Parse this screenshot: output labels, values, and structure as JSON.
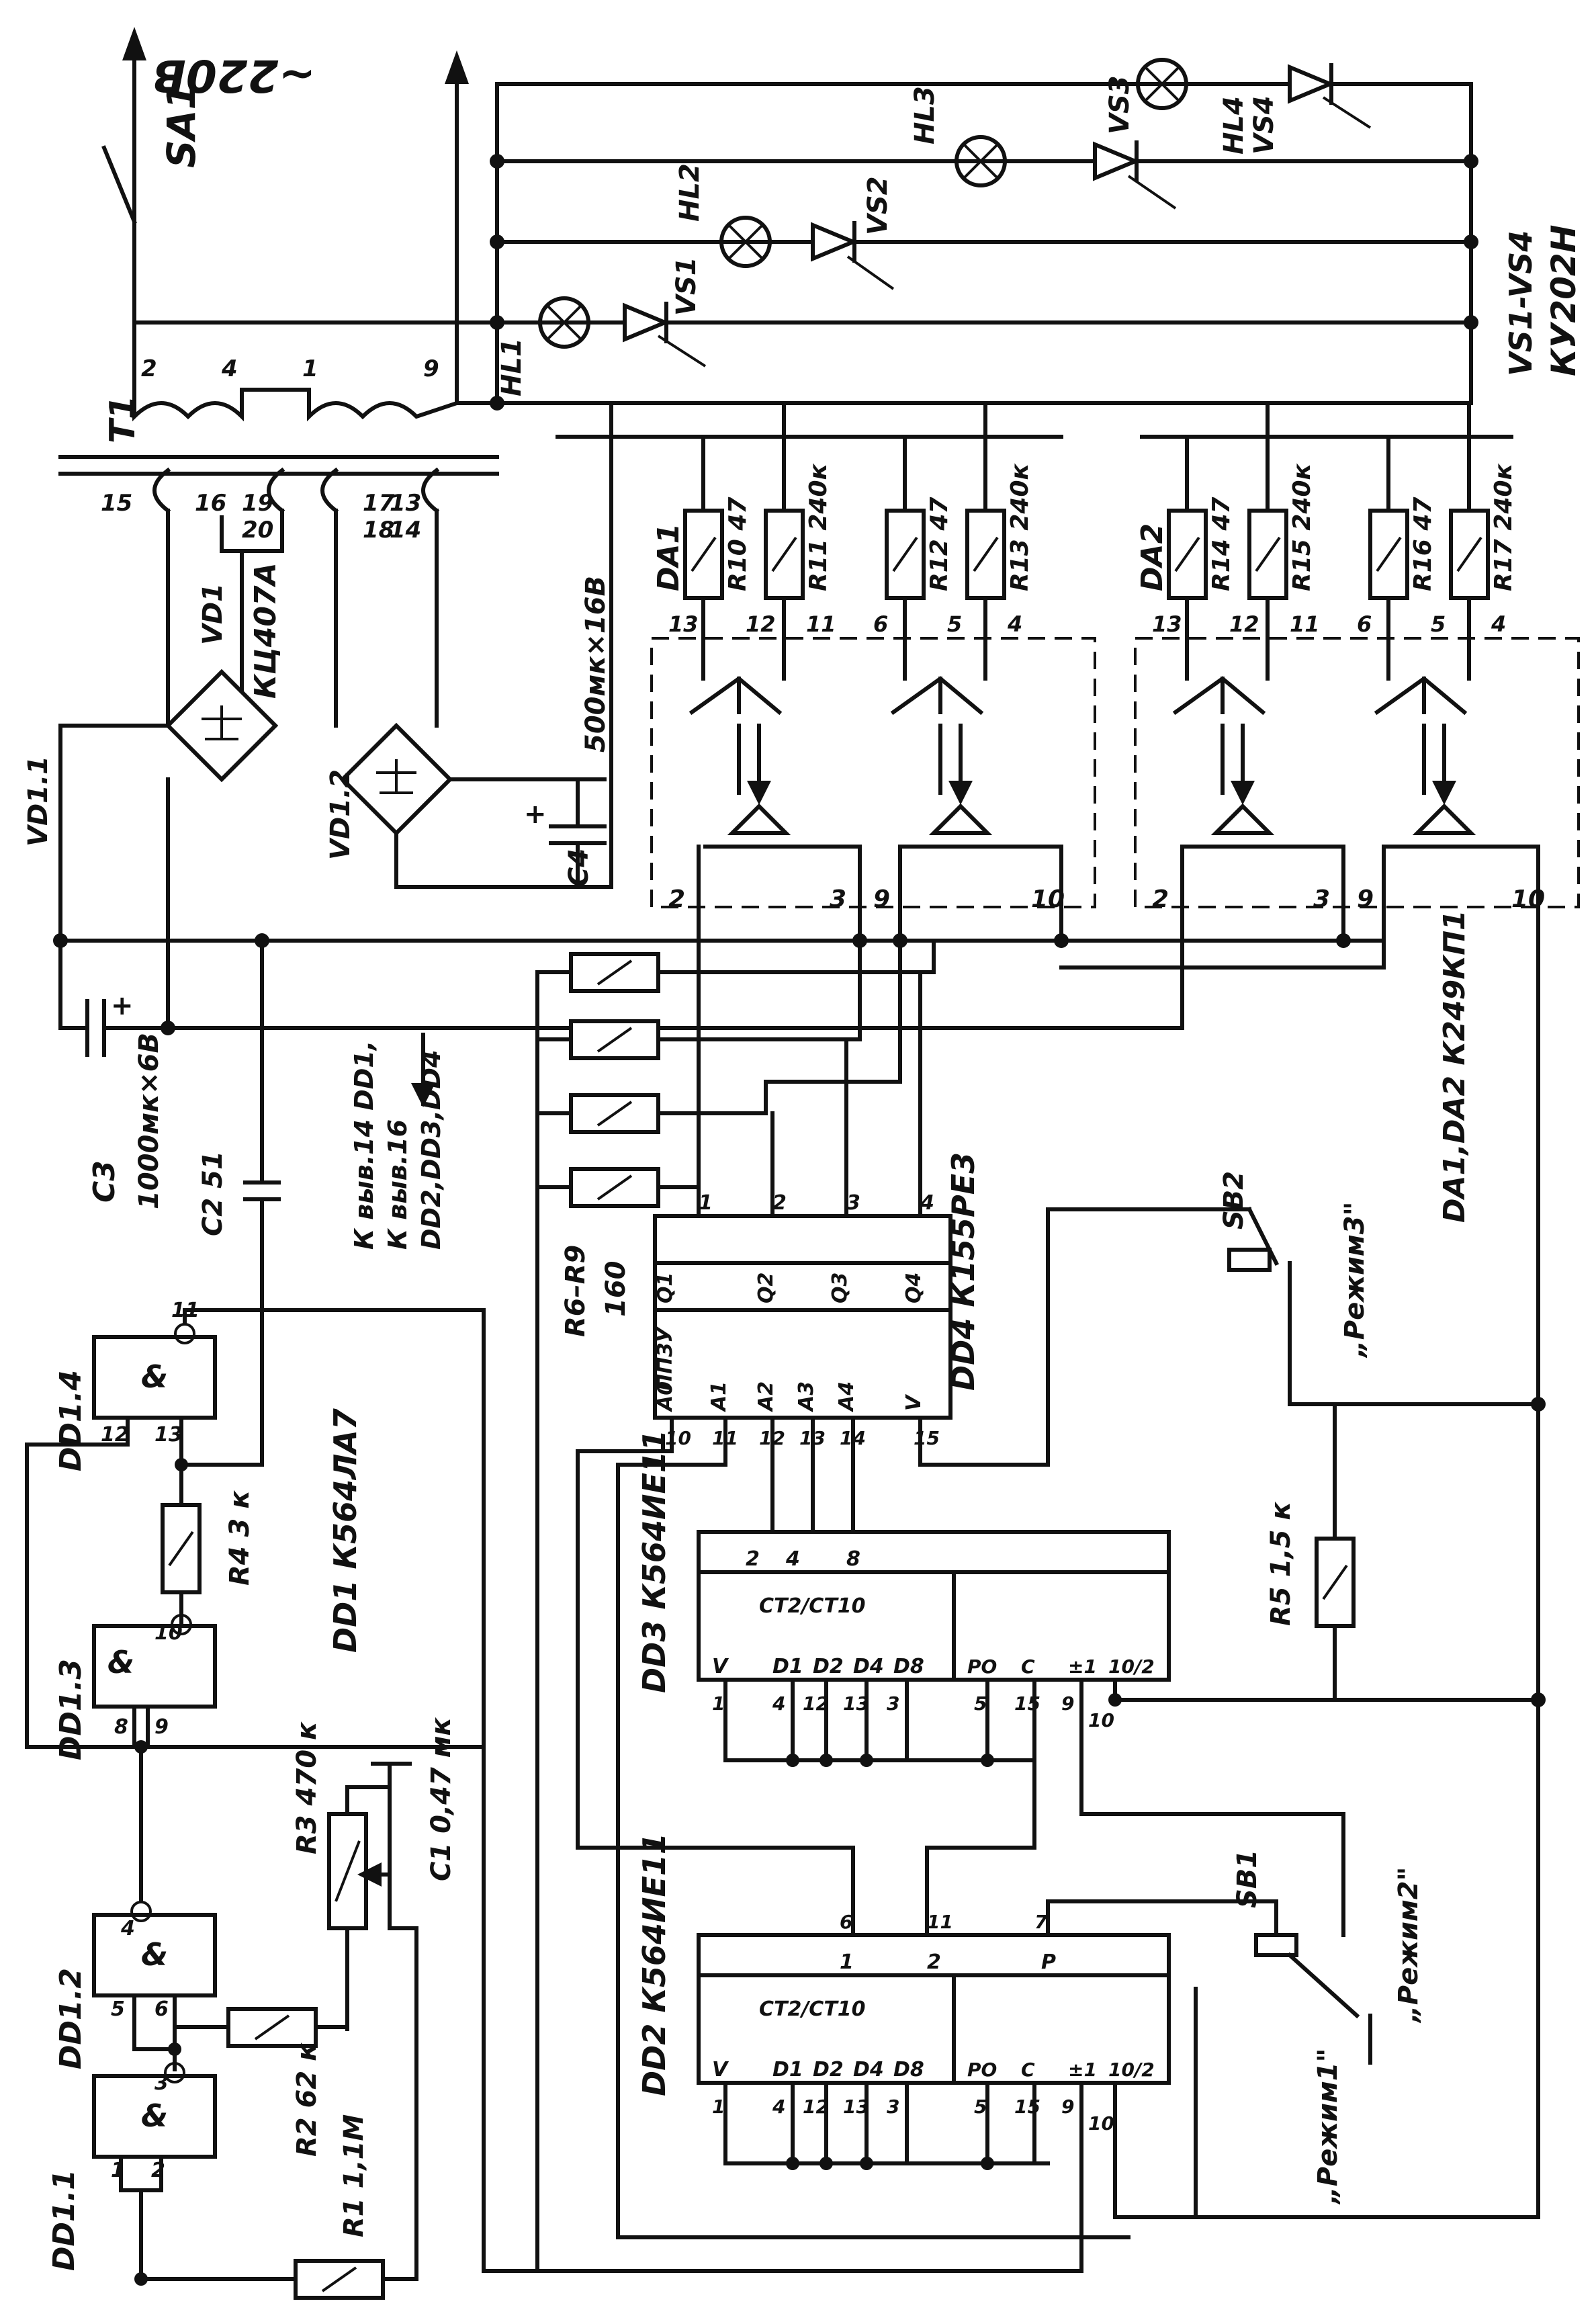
{
  "mains": {
    "voltage": "~220В",
    "switch": "SA1"
  },
  "transformer": {
    "name": "T1",
    "pins": [
      "2",
      "4",
      "1",
      "9",
      "15",
      "16",
      "19",
      "20",
      "17",
      "18",
      "13",
      "14"
    ]
  },
  "lamps": [
    "HL1",
    "HL2",
    "HL3",
    "HL4"
  ],
  "thyristors": {
    "labels": [
      "VS1",
      "VS2",
      "VS3",
      "VS4"
    ],
    "note": "VS1-VS4",
    "type": "КУ202Н"
  },
  "rectifiers": {
    "vd1": "VD1",
    "vd1_type": "КЦ407А",
    "vd11": "VD1.1",
    "vd12": "VD1.2"
  },
  "capacitors": {
    "c4": "C4",
    "c4_value": "500мк×16В",
    "c3": "C3",
    "c3_value": "1000мк×6В",
    "c2": "C2 51",
    "c1": "C1  0,47 мк"
  },
  "supply_note": [
    "К выв.14 DD1,",
    "К выв.16",
    "DD2,DD3,DD4"
  ],
  "optocouplers": {
    "da1": "DA1",
    "da2": "DA2",
    "type": "DA1,DA2  К249КП1",
    "da1_pins": [
      "13",
      "12",
      "11",
      "6",
      "5",
      "4",
      "2",
      "3",
      "9",
      "10"
    ],
    "da2_pins": [
      "13",
      "12",
      "11",
      "6",
      "5",
      "4",
      "2",
      "3",
      "9",
      "10"
    ]
  },
  "resistors": {
    "r10": "R10 47",
    "r11": "R11 240к",
    "r12": "R12 47",
    "r13": "R13 240к",
    "r14": "R14 47",
    "r15": "R15 240к",
    "r16": "R16 47",
    "r17": "R17 240к",
    "r6r9": "R6–R9",
    "r6r9_value": "160",
    "r5": "R5  1,5 к",
    "r4": "R4  3 к",
    "r3": "R3  470 к",
    "r2": "R2  62 к",
    "r1": "R1  1,1М"
  },
  "dd1": {
    "title": "DD1  К564ЛА7",
    "gates": [
      "DD1.1",
      "DD1.2",
      "DD1.3",
      "DD1.4"
    ],
    "and": "&",
    "pins": [
      "1",
      "2",
      "3",
      "5",
      "6",
      "4",
      "8",
      "9",
      "10",
      "12",
      "13",
      "11"
    ]
  },
  "dd2": {
    "title": "DD2  К564ИЕ11",
    "left": [
      "V",
      "D1",
      "D2",
      "D4",
      "D8"
    ],
    "ctr": "СТ2/СТ10",
    "ctrl": [
      "PO",
      "С",
      "±1",
      "10/2"
    ],
    "out": [
      "1",
      "2",
      "P"
    ],
    "pins_left": [
      "1",
      "4",
      "12",
      "13",
      "3",
      "5",
      "15",
      "9",
      "10"
    ],
    "pins_out": [
      "6",
      "11",
      "7"
    ]
  },
  "dd3": {
    "title": "DD3  К564ИЕ11",
    "left": [
      "V",
      "D1",
      "D2",
      "D4",
      "D8"
    ],
    "ctr": "СТ2/СТ10",
    "ctrl": [
      "PO",
      "С",
      "±1",
      "10/2"
    ],
    "out": [
      "2",
      "4",
      "8"
    ],
    "pins_left": [
      "1",
      "4",
      "12",
      "13",
      "3",
      "5",
      "15",
      "9",
      "10"
    ]
  },
  "dd4": {
    "title": "DD4  К155РЕ3",
    "inputs": [
      "A0",
      "A1",
      "A2",
      "A3",
      "A4",
      "V"
    ],
    "rom": "ППЗУ",
    "outputs": [
      "Q1",
      "Q2",
      "Q3",
      "Q4"
    ],
    "pins_in": [
      "10",
      "11",
      "12",
      "13",
      "14",
      "15"
    ],
    "pins_out": [
      "1",
      "2",
      "3",
      "4"
    ]
  },
  "buttons": {
    "sb1": "SB1",
    "sb2": "SB2",
    "mode1": "„Режим1\"",
    "mode2": "„Режим2\"",
    "mode3": "„Режим3\""
  }
}
